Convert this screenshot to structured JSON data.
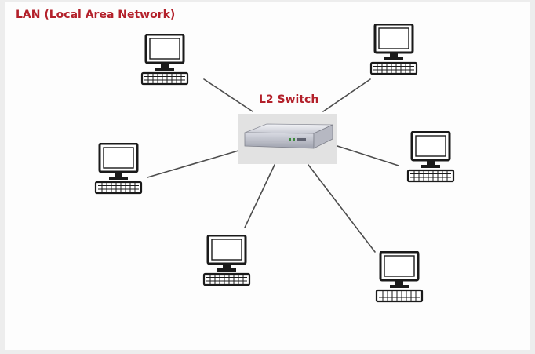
{
  "diagram": {
    "title": "LAN (Local Area Network)",
    "switch_label": "L2 Switch"
  },
  "icons": {
    "switch": "network-switch-icon",
    "computer": "desktop-computer-icon"
  },
  "colors": {
    "title_text": "#b3202a",
    "link_line": "#4d4d4d",
    "switch_backdrop": "#e2e2e2",
    "background": "#fdfdfd"
  },
  "nodes": [
    {
      "id": "computer-top-left",
      "icon": "desktop-computer-icon"
    },
    {
      "id": "computer-top-right",
      "icon": "desktop-computer-icon"
    },
    {
      "id": "computer-middle-left",
      "icon": "desktop-computer-icon"
    },
    {
      "id": "computer-middle-right",
      "icon": "desktop-computer-icon"
    },
    {
      "id": "computer-bottom-left",
      "icon": "desktop-computer-icon"
    },
    {
      "id": "computer-bottom-right",
      "icon": "desktop-computer-icon"
    }
  ],
  "links": [
    {
      "from": "l2-switch",
      "to": "computer-top-left"
    },
    {
      "from": "l2-switch",
      "to": "computer-top-right"
    },
    {
      "from": "l2-switch",
      "to": "computer-middle-left"
    },
    {
      "from": "l2-switch",
      "to": "computer-middle-right"
    },
    {
      "from": "l2-switch",
      "to": "computer-bottom-left"
    },
    {
      "from": "l2-switch",
      "to": "computer-bottom-right"
    }
  ]
}
